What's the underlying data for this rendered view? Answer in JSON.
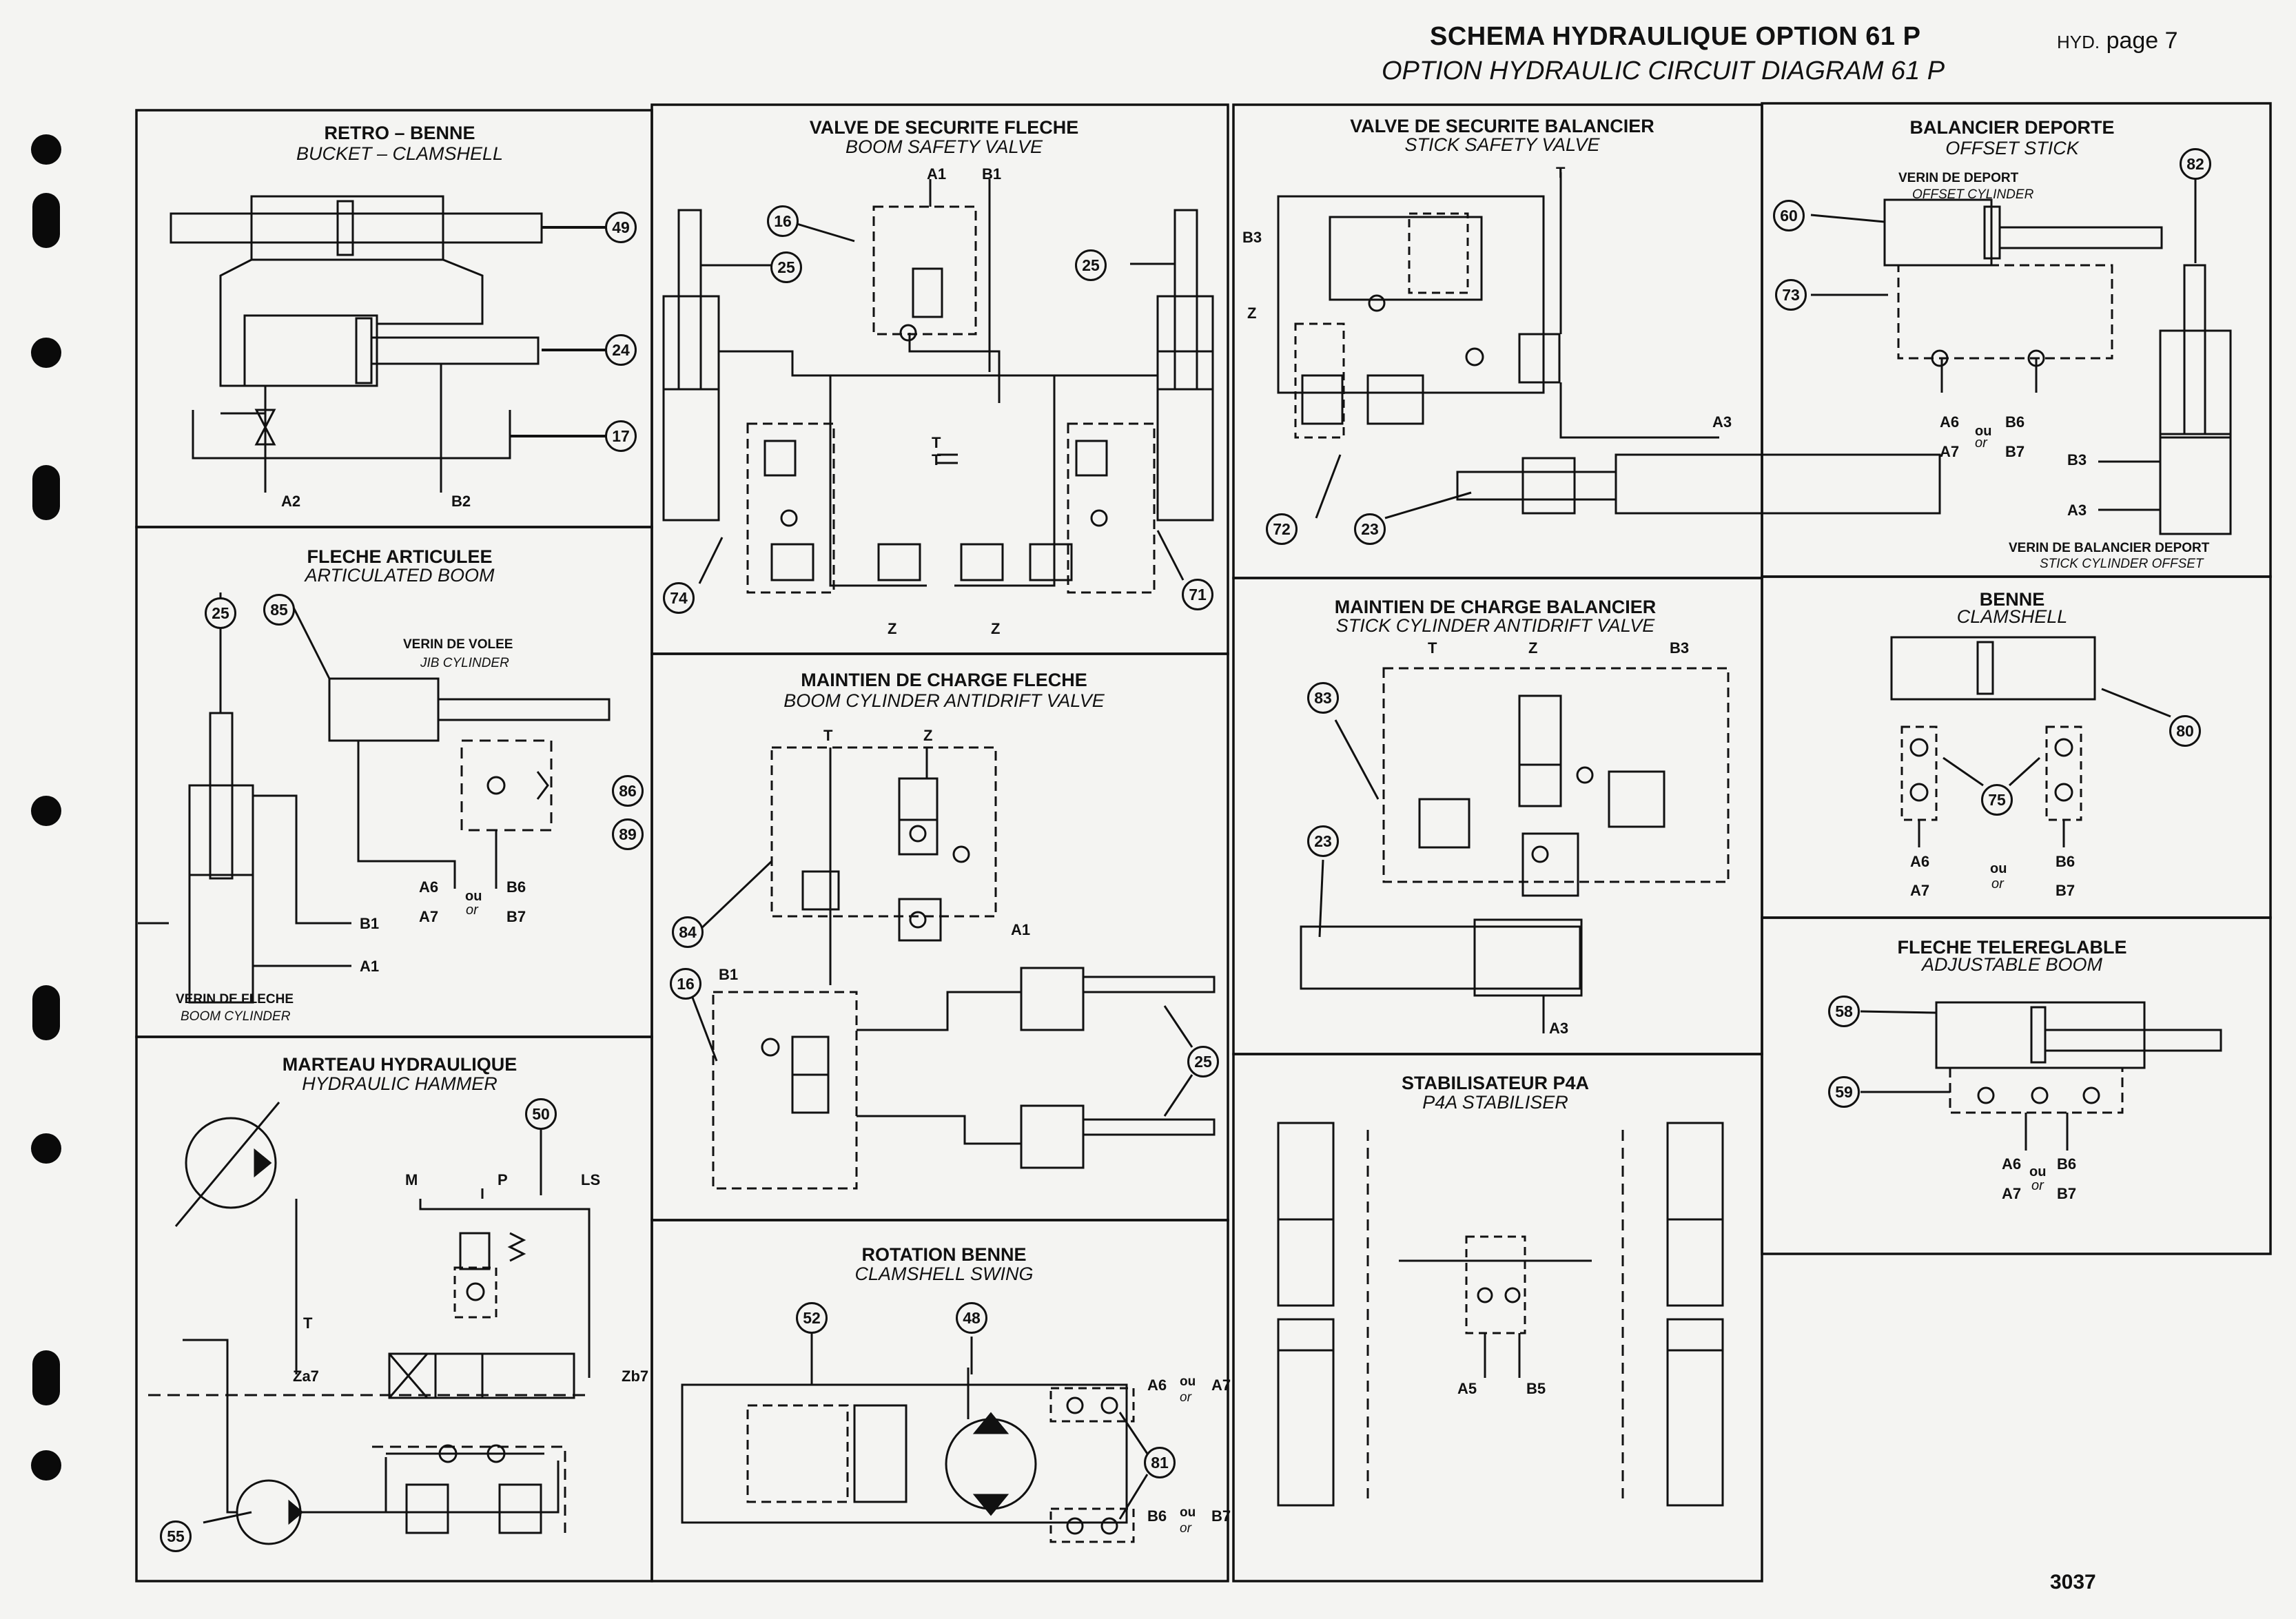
{
  "header": {
    "title_fr": "SCHEMA HYDRAULIQUE OPTION 61 P",
    "title_en": "OPTION HYDRAULIC CIRCUIT DIAGRAM 61 P",
    "page_prefix": "HYD.",
    "page_label": "page 7"
  },
  "footer": {
    "sheet_number": "3037"
  },
  "panels": {
    "retro_benne": {
      "title": "RETRO – BENNE",
      "subtitle": "BUCKET – CLAMSHELL",
      "callouts": [
        "49",
        "24",
        "17"
      ],
      "ports": [
        "A2",
        "B2"
      ]
    },
    "fleche_articulee": {
      "title": "FLECHE ARTICULEE",
      "subtitle": "ARTICULATED BOOM",
      "callouts": [
        "25",
        "85",
        "86",
        "89"
      ],
      "jib_fr": "VERIN DE VOLEE",
      "jib_en": "JIB CYLINDER",
      "boom_fr": "VERIN DE FLECHE",
      "boom_en": "BOOM CYLINDER",
      "ports": [
        "A6",
        "A7",
        "B6",
        "B7",
        "B1",
        "A1"
      ],
      "ou": "ou",
      "or": "or"
    },
    "marteau": {
      "title": "MARTEAU HYDRAULIQUE",
      "subtitle": "HYDRAULIC HAMMER",
      "callouts": [
        "50",
        "55"
      ],
      "ports": [
        "M",
        "P",
        "LS",
        "T",
        "Za7",
        "Zb7"
      ]
    },
    "valve_sec_fleche": {
      "title": "VALVE DE SECURITE FLECHE",
      "subtitle": "BOOM SAFETY VALVE",
      "callouts": [
        "16",
        "25",
        "25",
        "74",
        "71"
      ],
      "ports": [
        "A1",
        "B1",
        "T",
        "T",
        "Z",
        "Z"
      ]
    },
    "maintien_fleche": {
      "title": "MAINTIEN DE CHARGE FLECHE",
      "subtitle": "BOOM CYLINDER ANTIDRIFT VALVE",
      "callouts": [
        "84",
        "16",
        "25"
      ],
      "ports": [
        "T",
        "Z",
        "A1",
        "B1"
      ]
    },
    "rotation_benne": {
      "title": "ROTATION BENNE",
      "subtitle": "CLAMSHELL SWING",
      "callouts": [
        "52",
        "48",
        "81"
      ],
      "ports": [
        "A6",
        "A7",
        "B6",
        "B7"
      ],
      "ou": "ou",
      "or": "or"
    },
    "valve_sec_balancier": {
      "title": "VALVE DE SECURITE BALANCIER",
      "subtitle": "STICK SAFETY VALVE",
      "callouts": [
        "72",
        "23"
      ],
      "ports": [
        "T",
        "B3",
        "Z",
        "A3"
      ]
    },
    "maintien_balancier": {
      "title": "MAINTIEN DE CHARGE BALANCIER",
      "subtitle": "STICK CYLINDER ANTIDRIFT VALVE",
      "callouts": [
        "83",
        "23"
      ],
      "ports": [
        "T",
        "Z",
        "B3",
        "A3"
      ]
    },
    "stabilisateur": {
      "title": "STABILISATEUR P4A",
      "subtitle": "P4A STABILISER",
      "ports": [
        "A5",
        "B5"
      ]
    },
    "balancier_deporte": {
      "title": "BALANCIER DEPORTE",
      "subtitle": "OFFSET STICK",
      "callouts": [
        "60",
        "73",
        "82"
      ],
      "offset_fr": "VERIN DE DEPORT",
      "offset_en": "OFFSET CYLINDER",
      "stick_fr": "VERIN DE BALANCIER DEPORT",
      "stick_en": "STICK CYLINDER OFFSET",
      "ports": [
        "A6",
        "B6",
        "A7",
        "B7",
        "B3",
        "A3"
      ],
      "ou": "ou",
      "or": "or"
    },
    "benne": {
      "title": "BENNE",
      "subtitle": "CLAMSHELL",
      "callouts": [
        "80",
        "75"
      ],
      "ports": [
        "A6",
        "B6",
        "A7",
        "B7"
      ],
      "ou": "ou",
      "or": "or"
    },
    "fleche_telereglable": {
      "title": "FLECHE TELEREGLABLE",
      "subtitle": "ADJUSTABLE BOOM",
      "callouts": [
        "58",
        "59"
      ],
      "ports": [
        "A6",
        "B6",
        "A7",
        "B7"
      ],
      "ou": "ou",
      "or": "or"
    }
  }
}
